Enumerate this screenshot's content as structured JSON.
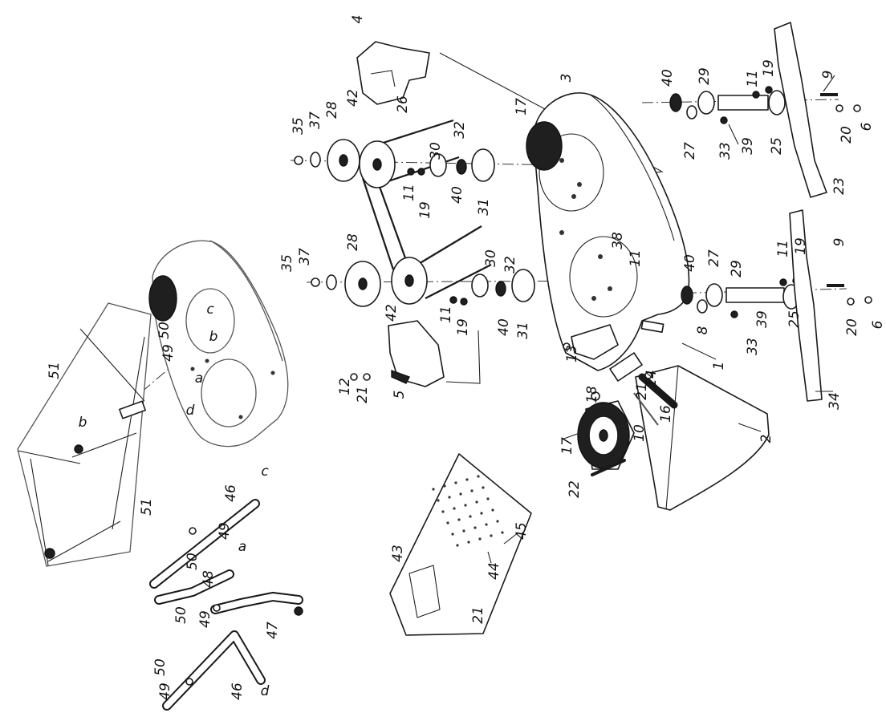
{
  "labels": [
    "4",
    "42",
    "26",
    "35",
    "37",
    "28",
    "32",
    "17",
    "3",
    "40",
    "29",
    "11",
    "19",
    "9",
    "30",
    "11",
    "19",
    "40",
    "31",
    "27",
    "33",
    "39",
    "25",
    "20",
    "6",
    "23",
    "35",
    "37",
    "28",
    "30",
    "32",
    "38",
    "11",
    "40",
    "27",
    "29",
    "11",
    "19",
    "9",
    "50",
    "49",
    "b",
    "c",
    "42",
    "11",
    "19",
    "40",
    "31",
    "8",
    "13",
    "33",
    "39",
    "25",
    "20",
    "6",
    "1",
    "34",
    "51",
    "b",
    "d",
    "a",
    "12",
    "21",
    "5",
    "18",
    "21",
    "14",
    "16",
    "10",
    "2",
    "17",
    "22",
    "51",
    "46",
    "c",
    "49",
    "50",
    "48",
    "a",
    "43",
    "45",
    "44",
    "21",
    "50",
    "49",
    "47",
    "50",
    "49",
    "46",
    "d"
  ]
}
